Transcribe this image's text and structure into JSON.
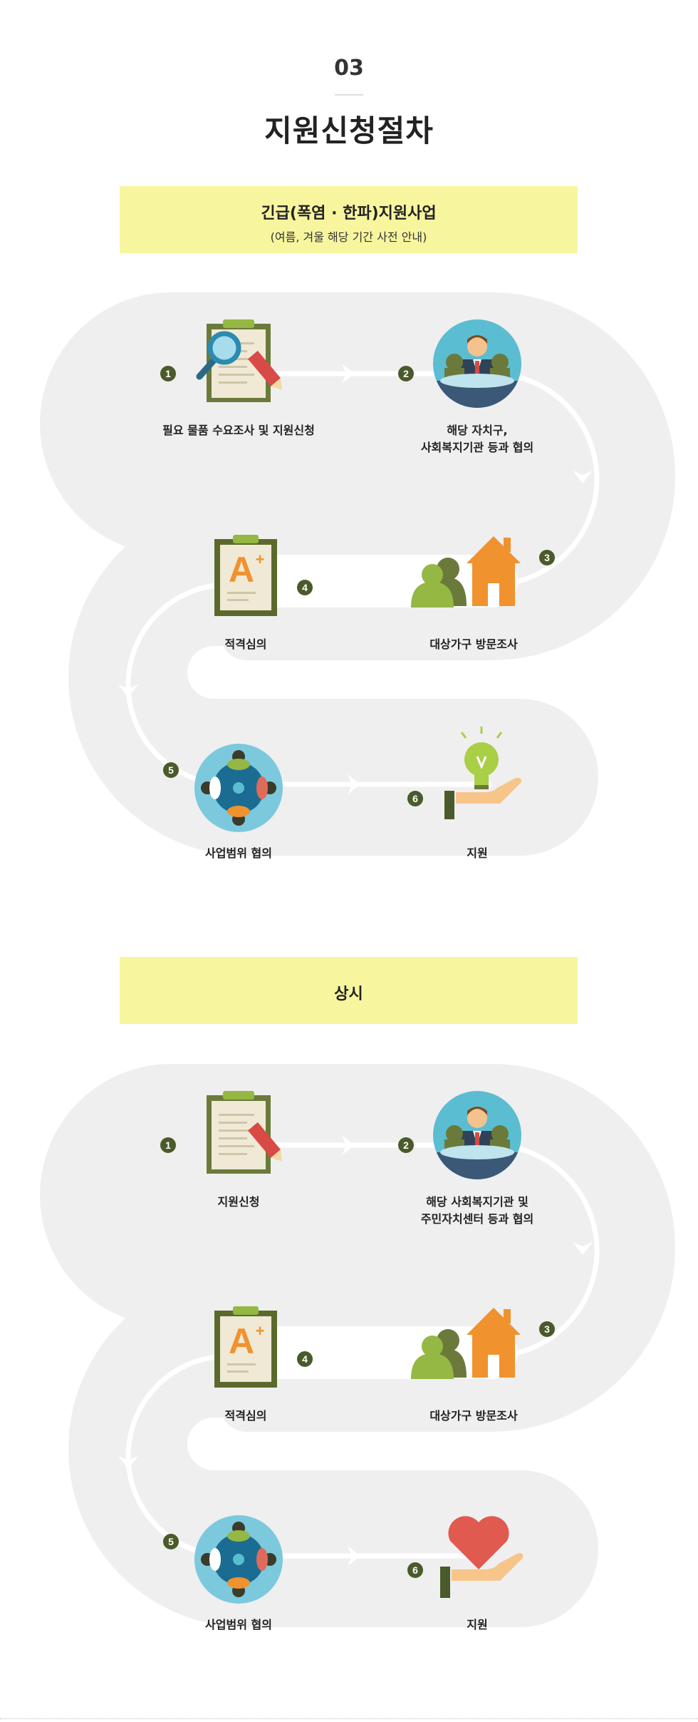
{
  "header": {
    "step_number": "03",
    "title": "지원신청절차"
  },
  "sections": [
    {
      "banner_title": "긴급(폭염 · 한파)지원사업",
      "banner_subtitle": "(여름, 겨울 해당 기간 사전 안내)",
      "steps": [
        {
          "number": "1",
          "lines": [
            "필요 물품 수요조사 및 지원신청"
          ],
          "icon": "clipboard-magnifier-pencil-icon"
        },
        {
          "number": "2",
          "lines": [
            "해당 자치구,",
            "사회복지기관 등과 협의"
          ],
          "icon": "meeting-person-icon"
        },
        {
          "number": "3",
          "lines": [
            "대상가구 방문조사"
          ],
          "icon": "house-family-icon"
        },
        {
          "number": "4",
          "lines": [
            "적격심의"
          ],
          "icon": "clipboard-grade-a-icon"
        },
        {
          "number": "5",
          "lines": [
            "사업범위 협의"
          ],
          "icon": "round-table-meeting-icon"
        },
        {
          "number": "6",
          "lines": [
            "지원"
          ],
          "icon": "hand-lightbulb-icon"
        }
      ]
    },
    {
      "banner_title": "상시",
      "steps": [
        {
          "number": "1",
          "lines": [
            "지원신청"
          ],
          "icon": "clipboard-pencil-icon"
        },
        {
          "number": "2",
          "lines": [
            "해당 사회복지기관 및",
            "주민자치센터 등과 협의"
          ],
          "icon": "meeting-person-icon"
        },
        {
          "number": "3",
          "lines": [
            "대상가구 방문조사"
          ],
          "icon": "house-family-icon"
        },
        {
          "number": "4",
          "lines": [
            "적격심의"
          ],
          "icon": "clipboard-grade-a-icon"
        },
        {
          "number": "5",
          "lines": [
            "사업범위 협의"
          ],
          "icon": "round-table-meeting-icon"
        },
        {
          "number": "6",
          "lines": [
            "지원"
          ],
          "icon": "hand-heart-icon"
        }
      ]
    }
  ],
  "colors": {
    "banner": "#f8f59f",
    "road": "#efefef",
    "path_line": "#ffffff",
    "step_badge": "#4a5a2a",
    "olive": "#6b7a3a",
    "orange": "#f0922e",
    "teal": "#5bbdd1",
    "green": "#94b843",
    "red": "#e05a50"
  }
}
